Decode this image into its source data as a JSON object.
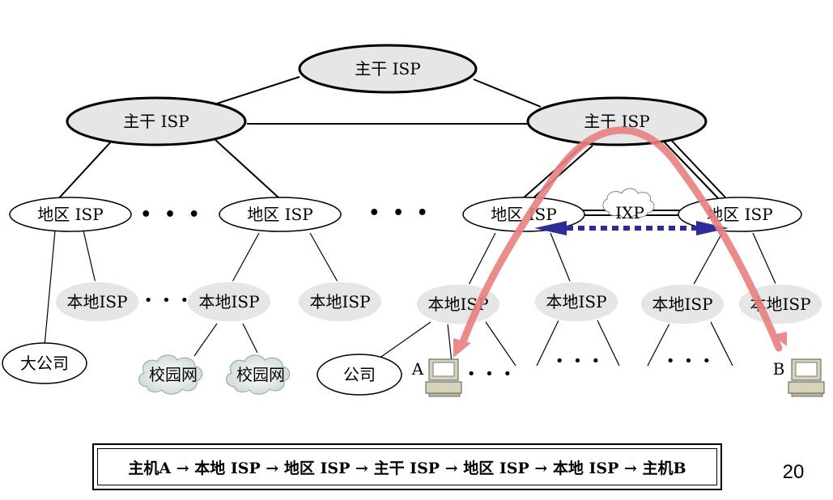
{
  "diagram": {
    "backbone_isps": [
      "主干 ISP",
      "主干 ISP",
      "主干 ISP"
    ],
    "regional_isps": [
      "地区 ISP",
      "地区 ISP",
      "地区 ISP",
      "地区 ISP"
    ],
    "local_isps": [
      "本地ISP",
      "本地ISP",
      "本地ISP",
      "本地ISP",
      "本地ISP",
      "本地ISP",
      "本地ISP"
    ],
    "ixp_label": "IXP",
    "campus_networks": [
      "校园网",
      "校园网"
    ],
    "big_company": "大公司",
    "company": "公司",
    "host_a": "A",
    "host_b": "B",
    "ellipsis": "• • •",
    "small_ellipsis": "• • •",
    "route_color": "#e88080",
    "ixp_arrow_color": "#2b2b9a"
  },
  "route_caption": "主机A → 本地 ISP → 地区 ISP → 主干 ISP → 地区 ISP → 本地 ISP → 主机B",
  "page_number": "20"
}
